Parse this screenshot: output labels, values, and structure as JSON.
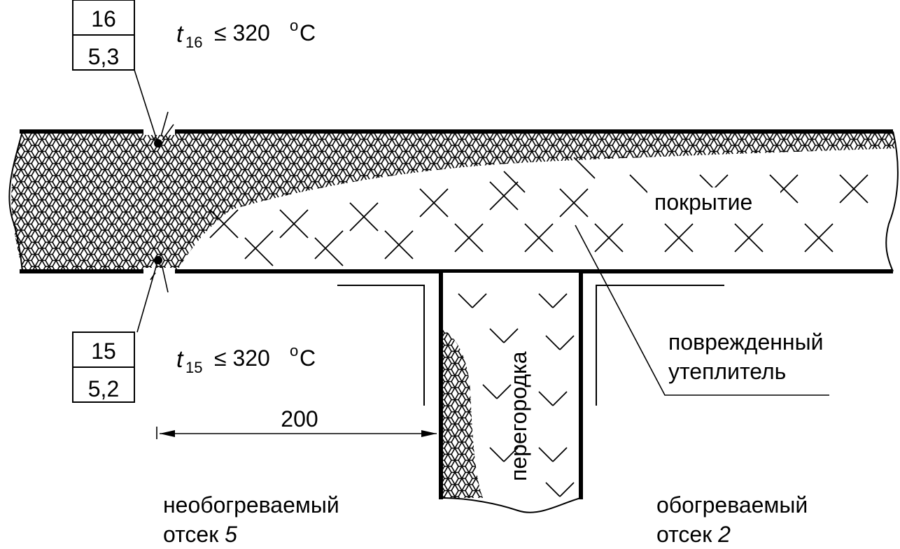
{
  "sensors": {
    "top": {
      "number": "16",
      "value": "5,3",
      "temp_var": "t",
      "temp_sub": "16",
      "temp_rel": "≤ 320",
      "temp_unit_o": "o",
      "temp_unit_c": "C"
    },
    "bottom": {
      "number": "15",
      "value": "5,2",
      "temp_var": "t",
      "temp_sub": "15",
      "temp_rel": "≤ 320",
      "temp_unit_o": "o",
      "temp_unit_c": "C"
    }
  },
  "labels": {
    "roof": "покрытие",
    "partition": "перегородка",
    "damaged_line1": "поврежденный",
    "damaged_line2": "утеплитель",
    "unheated_line1": "необогреваемый",
    "unheated_line2_a": "отсек ",
    "unheated_line2_b": "5",
    "heated_line1": "обогреваемый",
    "heated_line2_a": "отсек ",
    "heated_line2_b": "2"
  },
  "dimension": {
    "value": "200"
  }
}
